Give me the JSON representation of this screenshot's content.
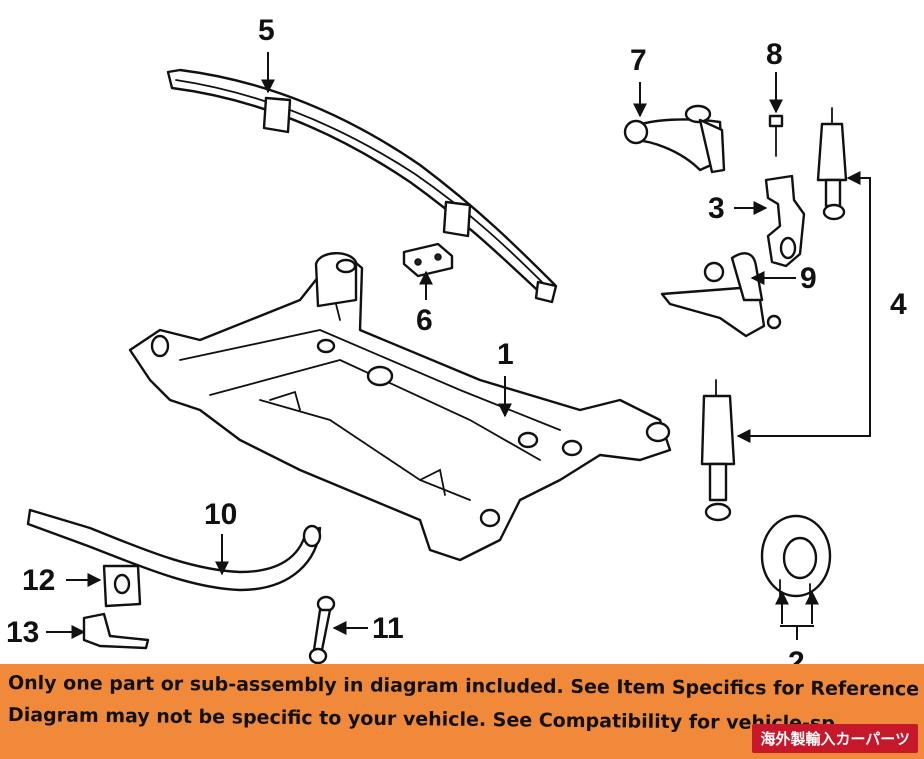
{
  "callouts": {
    "c1": "1",
    "c2": "2",
    "c3": "3",
    "c4": "4",
    "c5": "5",
    "c6": "6",
    "c7": "7",
    "c8": "8",
    "c9": "9",
    "c10": "10",
    "c11": "11",
    "c12": "12",
    "c13": "13"
  },
  "banner": {
    "line1": "Only one part or sub-assembly in diagram included. See Item Specifics for Reference #.",
    "line2": "Diagram may not be specific to your vehicle. See Compatibility for vehicle-sp",
    "badge": "海外製輸入カーパーツ"
  },
  "colors": {
    "banner_bg": "#f08a3a",
    "badge_bg": "#c6182a"
  }
}
